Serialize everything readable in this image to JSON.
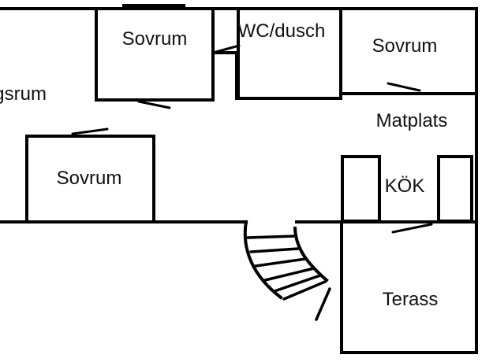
{
  "rooms": {
    "living": "Vardagsrum",
    "bedroom_top": "Sovrum",
    "wc": "WC/dusch",
    "bedroom_right": "Sovrum",
    "dining": "Matplats",
    "bedroom_left": "Sovrum",
    "kitchen": "KÖK",
    "terrace": "Terass"
  }
}
